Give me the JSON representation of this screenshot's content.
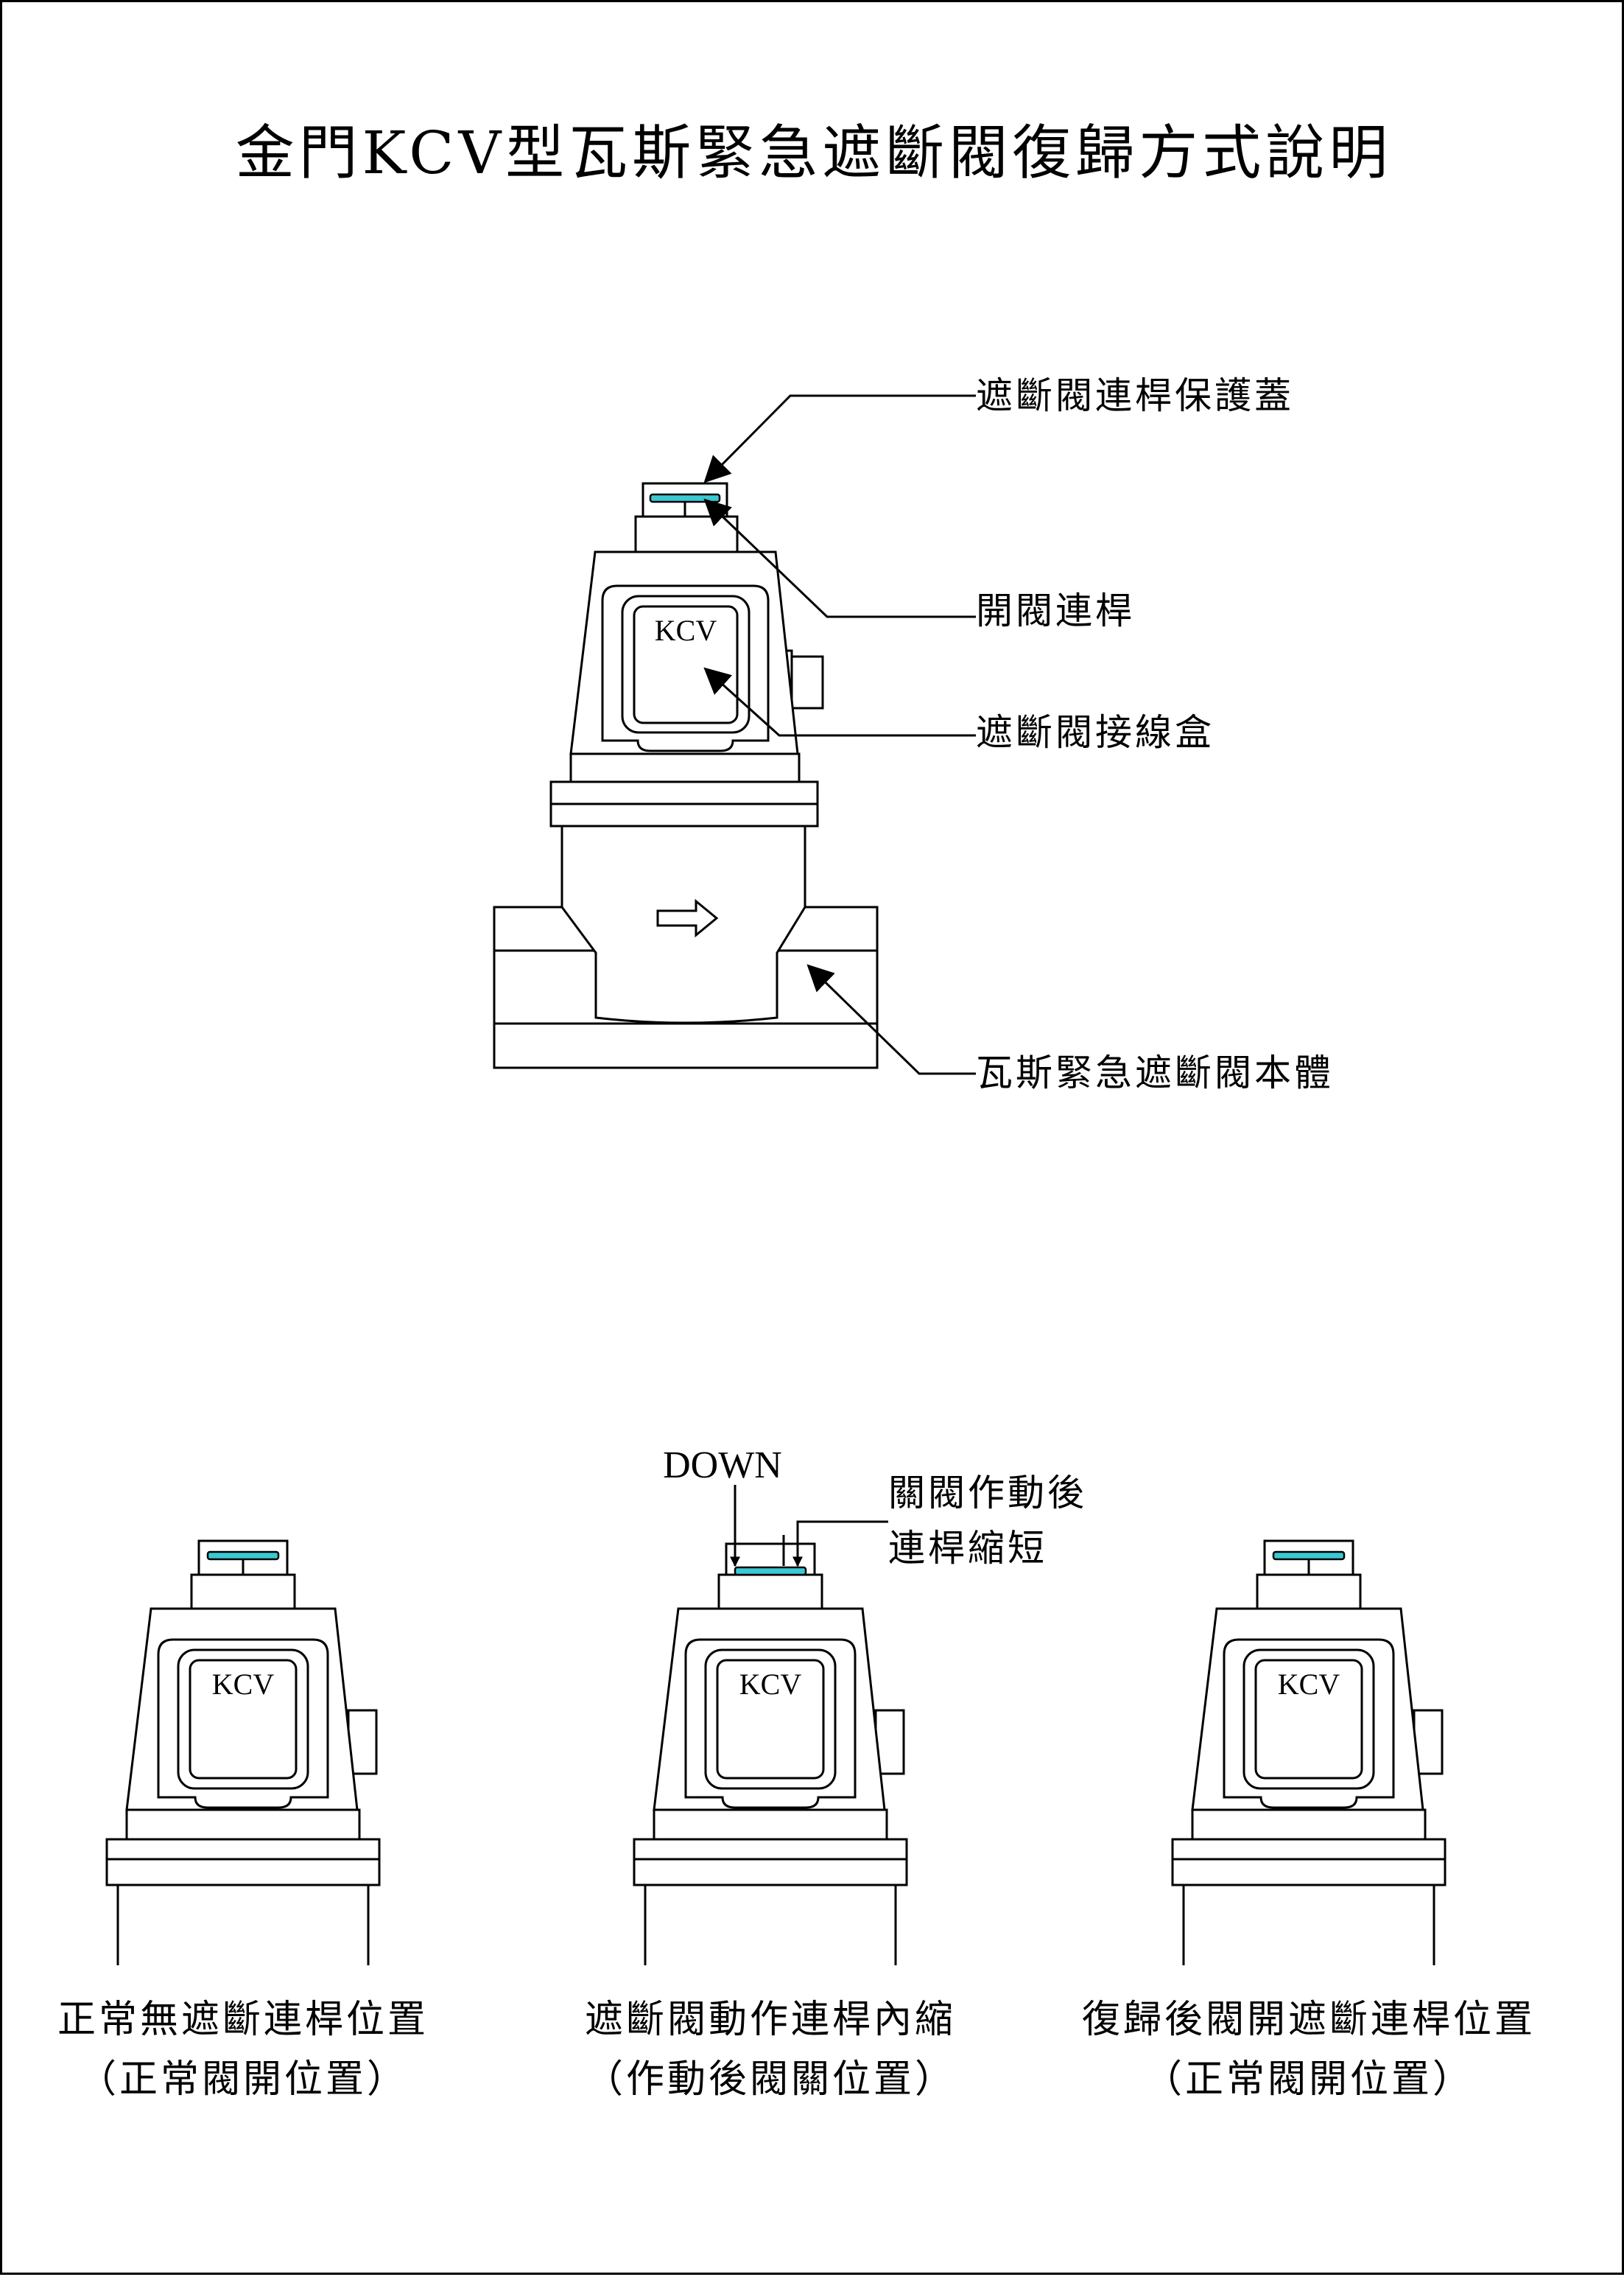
{
  "title": "金門KCV型瓦斯緊急遮斷閥復歸方式說明",
  "main_diagram": {
    "labels": {
      "protective_cover": "遮斷閥連桿保護蓋",
      "open_rod": "開閥連桿",
      "junction_box": "遮斷閥接線盒",
      "valve_body": "瓦斯緊急遮斷閥本體"
    },
    "kcv_text": "KCV"
  },
  "states": [
    {
      "kcv_text": "KCV",
      "caption_line1": "正常無遮斷連桿位置",
      "caption_line2": "（正常閥開位置）"
    },
    {
      "kcv_text": "KCV",
      "caption_line1": "遮斷閥動作連桿內縮",
      "caption_line2": "（作動後閥關位置）",
      "down_label": "DOWN",
      "note_line1": "關閥作動後",
      "note_line2": "連桿縮短"
    },
    {
      "kcv_text": "KCV",
      "caption_line1": "復歸後閥開遮斷連桿位置",
      "caption_line2": "（正常閥開位置）"
    }
  ],
  "colors": {
    "rod": "#3cc8d2",
    "line": "#000000",
    "background": "#ffffff"
  }
}
